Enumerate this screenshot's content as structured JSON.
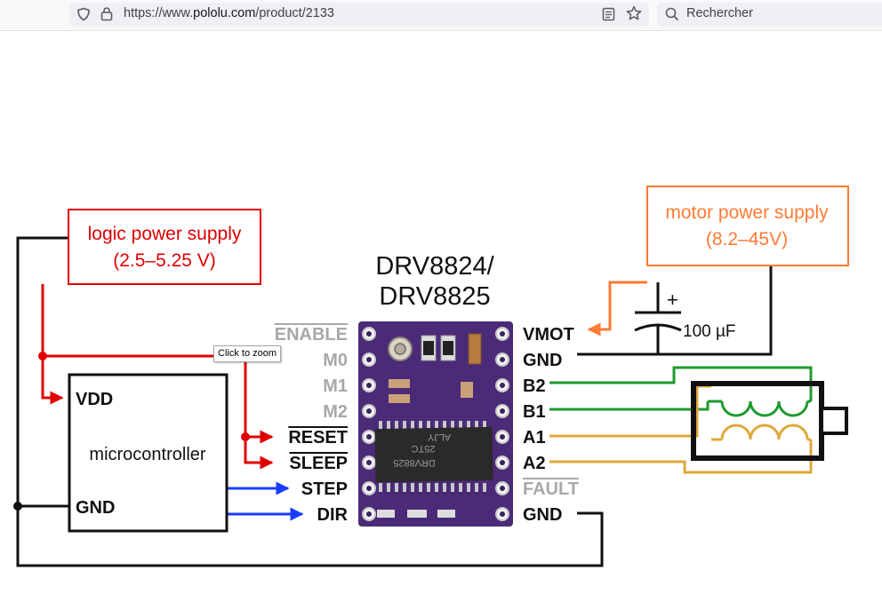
{
  "browser": {
    "url_prefix": "https://www.",
    "url_domain": "pololu.com",
    "url_path": "/product/2133",
    "search_placeholder": "Rechercher"
  },
  "tooltip": "Click to zoom",
  "colors": {
    "logic": "#e00000",
    "motor_supply": "#ff7a33",
    "signal": "#1a3cff",
    "coil_b": "#1e9a2e",
    "coil_a": "#e0a83a",
    "board": "#4b2a78",
    "disabled_label": "#a8a8a8"
  },
  "diagram": {
    "logic_supply": {
      "line1": "logic power supply",
      "line2": "(2.5–5.25 V)"
    },
    "motor_supply": {
      "line1": "motor power supply",
      "line2": "(8.2–45V)"
    },
    "chip_title": {
      "line1": "DRV8824/",
      "line2": "DRV8825"
    },
    "capacitor": {
      "plus": "+",
      "label": "100 µF"
    },
    "microcontroller": {
      "vdd": "VDD",
      "label": "microcontroller",
      "gnd": "GND"
    },
    "left_pins": [
      "ENABLE",
      "M0",
      "M1",
      "M2",
      "RESET",
      "SLEEP",
      "STEP",
      "DIR"
    ],
    "right_pins": [
      "VMOT",
      "GND",
      "B2",
      "B1",
      "A1",
      "A2",
      "FAULT",
      "GND"
    ],
    "ic_marking": {
      "line1": "DRV8825",
      "line2": "25TC",
      "line3": "ALJY"
    }
  }
}
